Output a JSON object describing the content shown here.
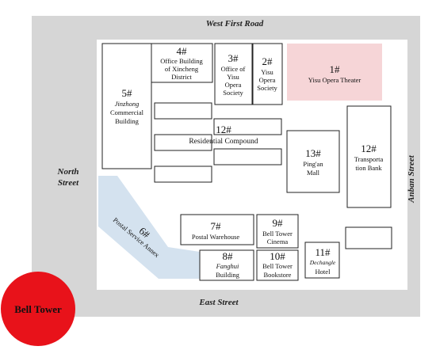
{
  "roads": {
    "north": "West First Road",
    "south": "East Street",
    "west": [
      "North",
      "Street"
    ],
    "east": "Anban Street"
  },
  "landmark": {
    "label": "Bell Tower",
    "color": "#e8121a"
  },
  "buildings": {
    "b1": {
      "num": "1#",
      "lines": [
        "Yisu Opera Theater"
      ]
    },
    "b2": {
      "num": "2#",
      "lines": [
        "Yisu",
        "Opera",
        "Society"
      ]
    },
    "b3": {
      "num": "3#",
      "lines": [
        "Office of",
        "Yisu",
        "Opera",
        "Society"
      ]
    },
    "b4": {
      "num": "4#",
      "lines": [
        "Office Building",
        "of Xincheng",
        "District"
      ]
    },
    "b5": {
      "num": "5#",
      "italic": "Jinzhong",
      "lines": [
        "Commercial",
        "Building"
      ]
    },
    "b6": {
      "num": "6#",
      "lines": [
        "Postal Service Annex"
      ]
    },
    "b7": {
      "num": "7#",
      "lines": [
        "Postal Warehouse"
      ]
    },
    "b8": {
      "num": "8#",
      "italic": "Fanghui",
      "lines": [
        "Building"
      ]
    },
    "b9": {
      "num": "9#",
      "lines": [
        "Bell Tower",
        "Cinema"
      ]
    },
    "b10": {
      "num": "10#",
      "lines": [
        "Bell Tower",
        "Bookstore"
      ]
    },
    "b11": {
      "num": "11#",
      "italic": "Dechangle",
      "lines": [
        "Hotel"
      ]
    },
    "b12a": {
      "num": "12#",
      "lines": [
        "Residential Compound"
      ]
    },
    "b12b": {
      "num": "12#",
      "lines": [
        "Transporta",
        "tion Bank"
      ]
    },
    "b13": {
      "num": "13#",
      "lines": [
        "Ping'an",
        "Mall"
      ]
    }
  },
  "colors": {
    "road": "#d6d6d6",
    "highlight": "#f6d5d7",
    "annex": "#d4e2ef"
  }
}
